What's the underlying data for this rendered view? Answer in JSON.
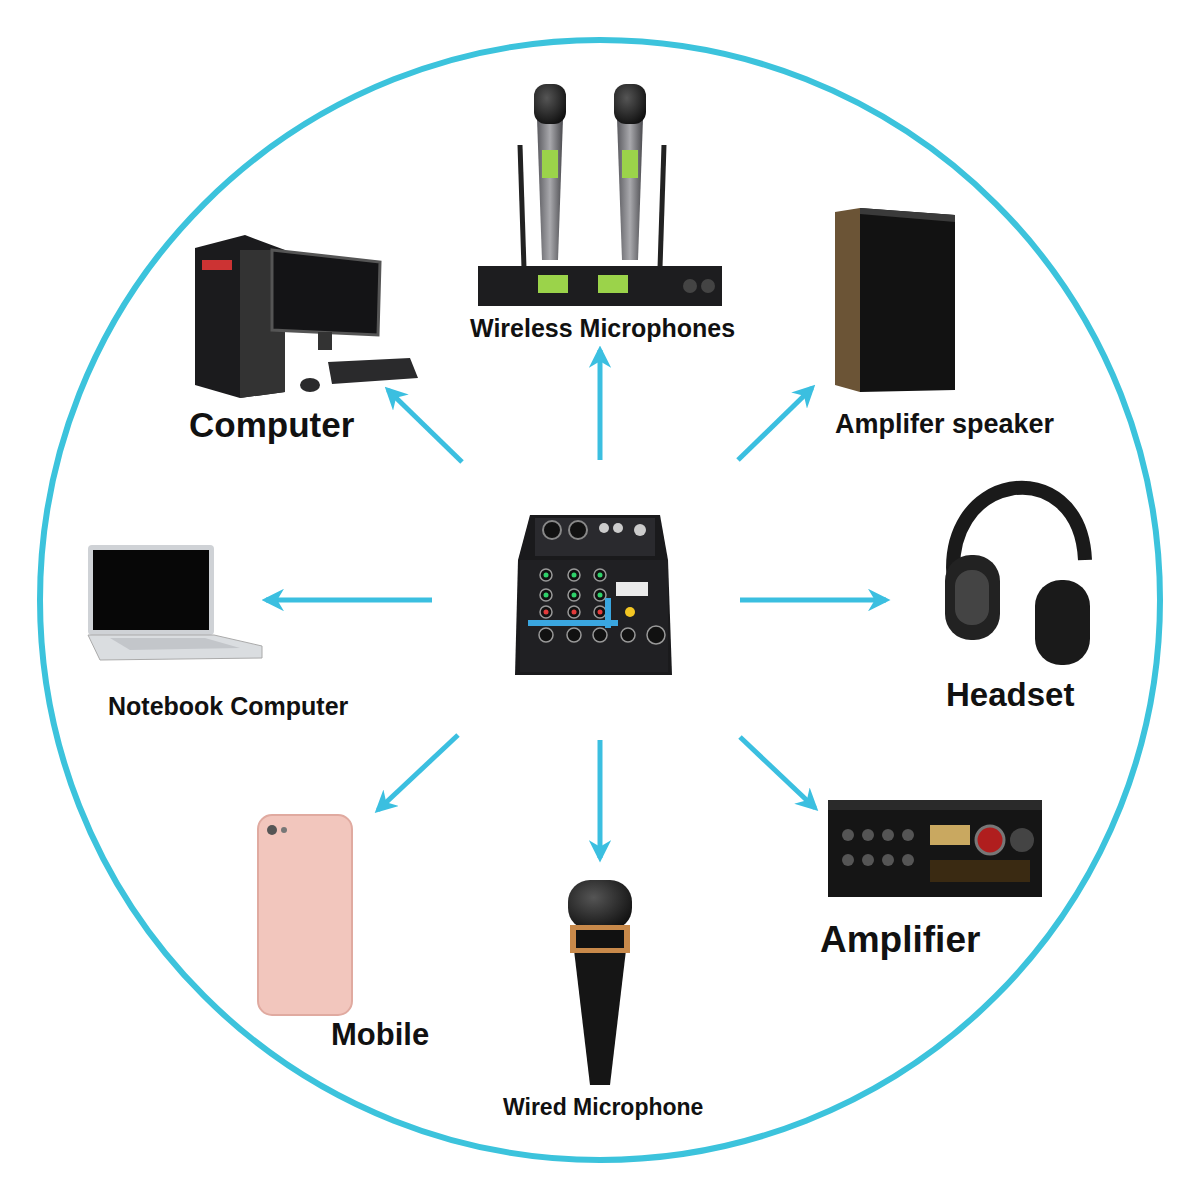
{
  "diagram": {
    "labels": [
      "Wireless Microphones",
      "Computer",
      "Amplifer speaker",
      "Headset",
      "Notebook Computer",
      "Amplifier",
      "Mobile",
      "Wired Microphone"
    ]
  }
}
